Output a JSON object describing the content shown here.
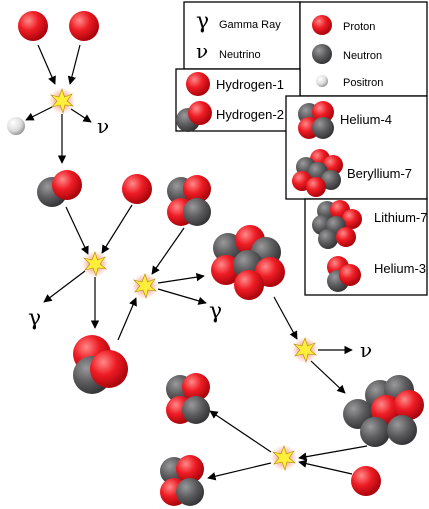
{
  "legend": {
    "gamma_symbol": "γ",
    "gamma_label": "Gamma Ray",
    "nu_symbol": "ν",
    "nu_label": "Neutrino",
    "proton_label": "Proton",
    "neutron_label": "Neutron",
    "positron_label": "Positron",
    "hydrogen1_label": "Hydrogen-1",
    "hydrogen2_label": "Hydrogen-2",
    "helium4_label": "Helium-4",
    "beryllium7_label": "Beryllium-7",
    "lithium7_label": "Lithium-7",
    "helium3_label": "Helium-3"
  },
  "emissions": {
    "neutrino_1": "ν",
    "gamma_1": "γ",
    "gamma_2": "γ",
    "neutrino_2": "ν"
  },
  "colors": {
    "proton": "#e8141c",
    "neutron": "#58585a",
    "positron": "#e6e6e6",
    "flash": "#ffef3a",
    "flash_glow": "#f6b49e"
  }
}
